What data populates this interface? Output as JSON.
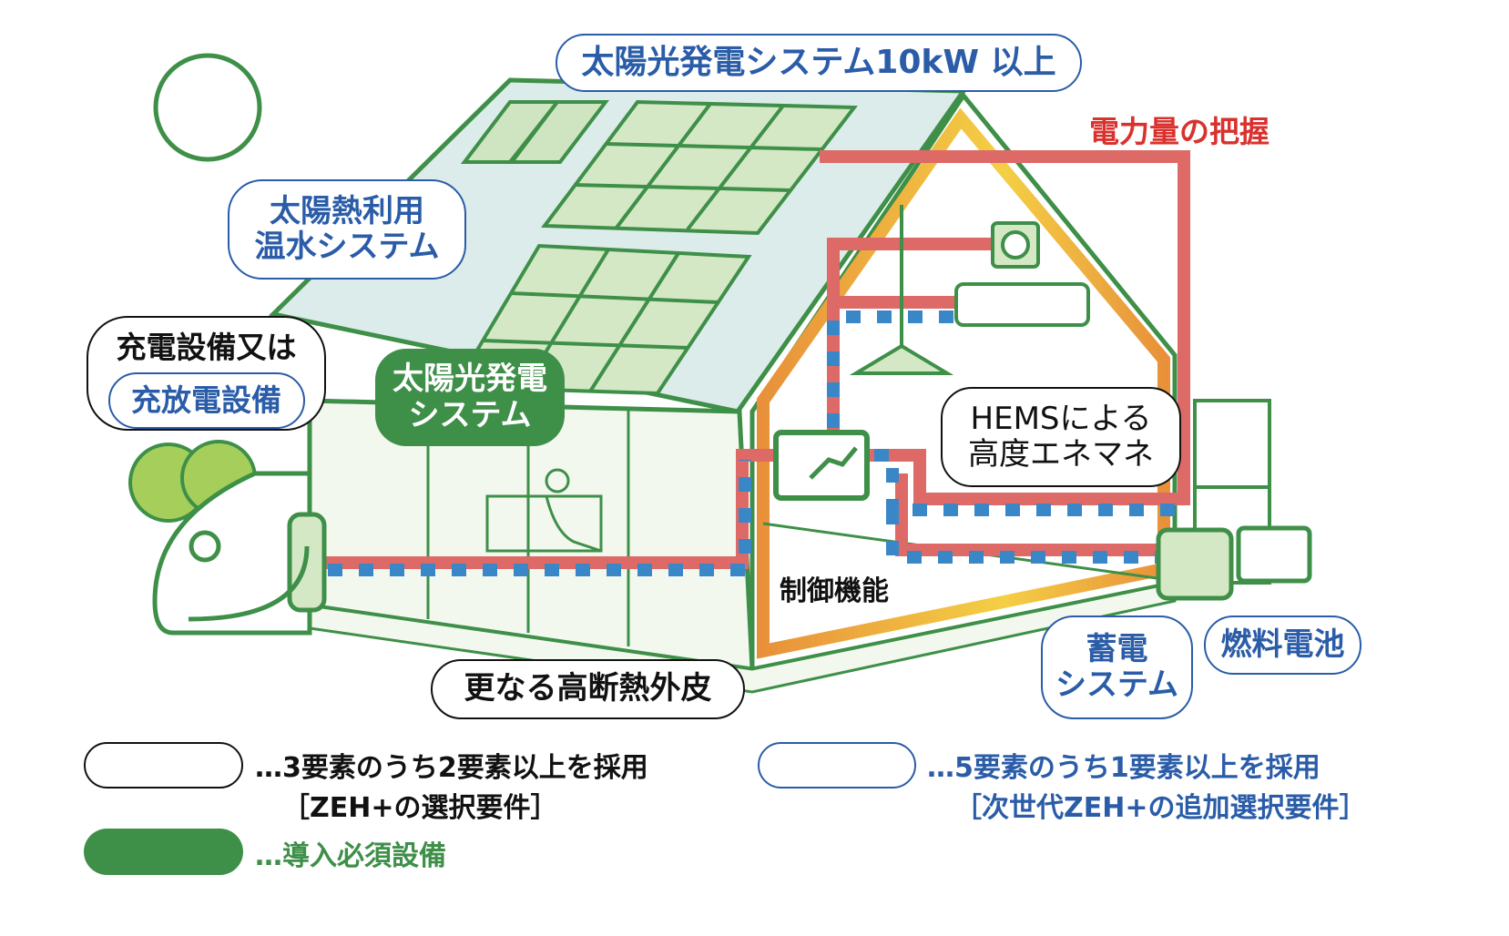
{
  "labels": {
    "pv_10kw": "太陽光発電システム10kW 以上",
    "power_monitoring": "電力量の把握",
    "solar_thermal_line1": "太陽熱利用",
    "solar_thermal_line2": "温水システム",
    "charging_line1": "充電設備又は",
    "charging_inner": "充放電設備",
    "pv_line1": "太陽光発電",
    "pv_line2": "システム",
    "hems_line1": "HEMSによる",
    "hems_line2": "高度エネマネ",
    "control": "制御機能",
    "insulation": "更なる高断熱外皮",
    "storage_line1": "蓄電",
    "storage_line2": "システム",
    "fuel_cell": "燃料電池"
  },
  "legend": {
    "black_line1": "…3要素のうち2要素以上を採用",
    "black_line2": "［ZEH+の選択要件］",
    "blue_line1": "…5要素のうち1要素以上を採用",
    "blue_line2": "［次世代ZEH+の追加選択要件］",
    "green_line1": "…導入必須設備"
  },
  "colors": {
    "green": "#3e8f48",
    "blue": "#2a5ca8",
    "red": "#dd6a66",
    "dots": "#3a87c8",
    "orange": "#e8913a"
  }
}
